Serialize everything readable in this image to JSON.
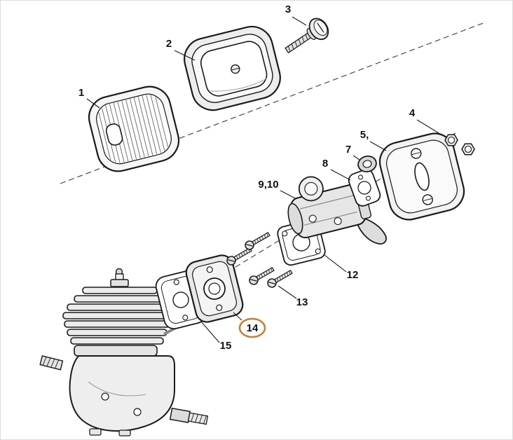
{
  "diagram": {
    "background_color": "#ffffff",
    "line_color": "#1a1a1a",
    "highlight_color": "#c87d3a",
    "highlighted_part": "14",
    "labels": {
      "part1": "1",
      "part2": "2",
      "part3": "3",
      "part4": "4",
      "part5": "5,",
      "part7": "7",
      "part8": "8",
      "part9_10": "9,10",
      "part12": "12",
      "part13": "13",
      "part14": "14",
      "part15": "15"
    }
  }
}
